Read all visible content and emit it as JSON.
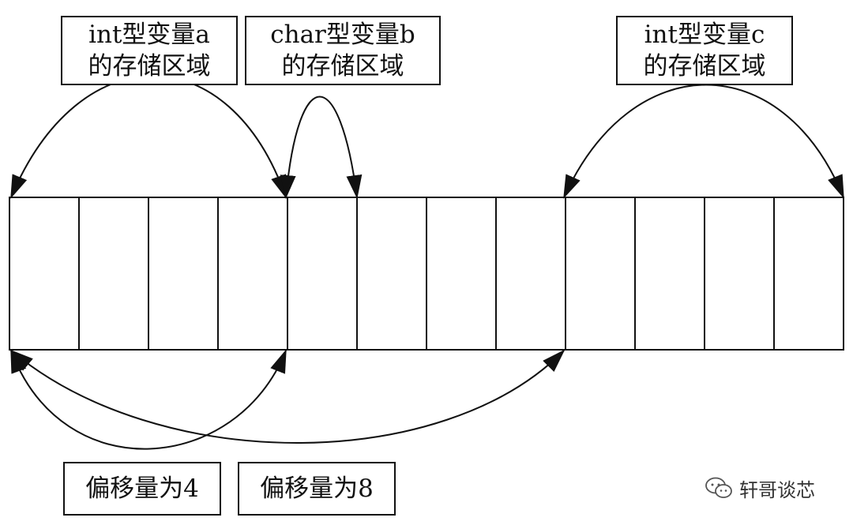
{
  "labels": {
    "int_a": {
      "line1": "int型变量a",
      "line2": "的存储区域"
    },
    "char_b": {
      "line1": "char型变量b",
      "line2": "的存储区域"
    },
    "int_c": {
      "line1": "int型变量c",
      "line2": "的存储区域"
    },
    "offset_4": "偏移量为4",
    "offset_8": "偏移量为8"
  },
  "memory": {
    "cell_count": 12
  },
  "watermark": {
    "icon": "wechat-icon",
    "text": "轩哥谈芯"
  },
  "colors": {
    "stroke": "#111111",
    "background": "#ffffff"
  }
}
